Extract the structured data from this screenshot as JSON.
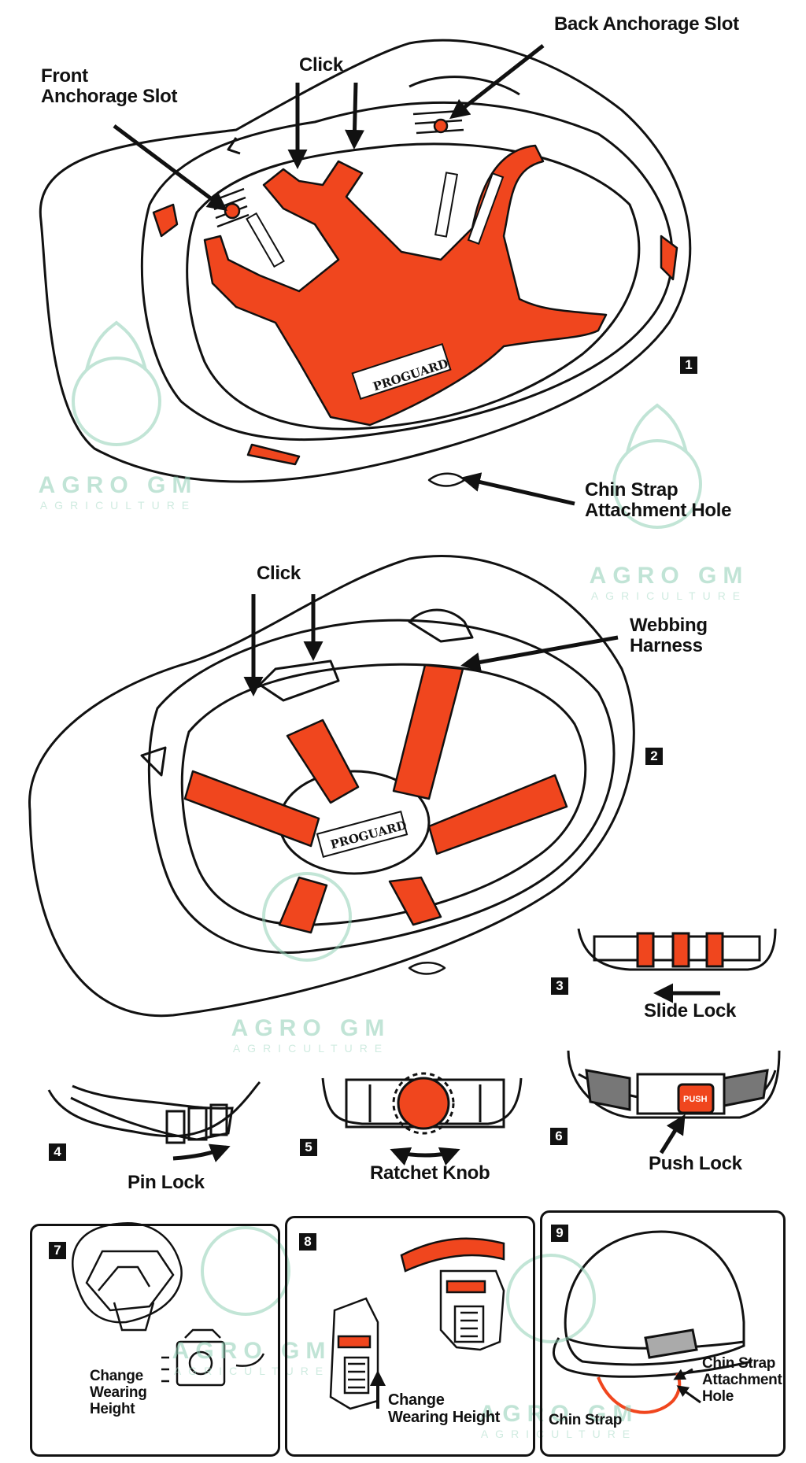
{
  "figure1": {
    "number": "1",
    "click_label": "Click",
    "front_anchorage_label": "Front\nAnchorage Slot",
    "back_anchorage_label": "Back Anchorage Slot",
    "chin_strap_hole_label": "Chin Strap\nAttachment Hole",
    "brand_text": "PROGUARD"
  },
  "figure2": {
    "number": "2",
    "click_label": "Click",
    "webbing_label": "Webbing\nHarness",
    "brand_text": "PROGUARD"
  },
  "figure3": {
    "number": "3",
    "label": "Slide Lock"
  },
  "figure4": {
    "number": "4",
    "label": "Pin Lock"
  },
  "figure5": {
    "number": "5",
    "label": "Ratchet Knob"
  },
  "figure6": {
    "number": "6",
    "label": "Push Lock",
    "button_text": "PUSH"
  },
  "figure7": {
    "number": "7",
    "label": "Change\nWearing\nHeight"
  },
  "figure8": {
    "number": "8",
    "label": "Change\nWearing Height"
  },
  "figure9": {
    "number": "9",
    "chin_strap_label": "Chin Strap",
    "attachment_label": "Chin Strap\nAttachment\nHole"
  },
  "watermark": {
    "title": "AGRO GM",
    "subtitle": "AGRICULTURE"
  },
  "colors": {
    "accent": "#f0461e",
    "line": "#111111",
    "watermark": "#8fcfb5"
  }
}
